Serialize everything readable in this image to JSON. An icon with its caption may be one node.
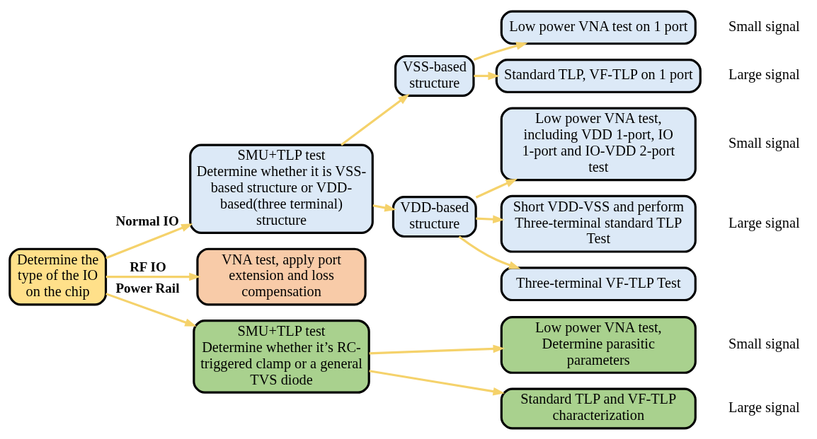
{
  "diagram": {
    "nodes": [
      {
        "text": [
          "Determine the type of the IO on the chip"
        ]
      },
      {
        "text": [
          "SMU+TLP test",
          "Determine whether it is VSS-based structure or VDD-based(three terminal) structure"
        ]
      },
      {
        "text": [
          "VNA test, apply port extension and loss compensation"
        ]
      },
      {
        "text": [
          "SMU+TLP test",
          "Determine whether it’s RC-triggered clamp or a general TVS diode"
        ]
      },
      {
        "text": [
          "VSS-based structure"
        ]
      },
      {
        "text": [
          "VDD-based structure"
        ]
      },
      {
        "text": [
          "Low power VNA test on 1 port"
        ],
        "beside": [
          "Small signal"
        ]
      },
      {
        "text": [
          "Standard TLP, VF-TLP on 1 port"
        ],
        "beside": [
          "Large signal"
        ]
      },
      {
        "text": [
          "Low power VNA test, including VDD 1-port, IO 1-port and IO-VDD 2-port test"
        ],
        "beside": [
          "Small signal"
        ]
      },
      {
        "text": [
          "Short VDD-VSS and perform Three-terminal standard TLP Test"
        ],
        "beside": [
          "Large signal"
        ]
      },
      {
        "text": [
          "Three-terminal VF-TLP Test"
        ]
      },
      {
        "text": [
          "Low power VNA test, Determine parasitic parameters"
        ],
        "beside": [
          "Small signal"
        ]
      },
      {
        "text": [
          "Standard TLP and VF-TLP characterization"
        ],
        "beside": [
          "Large signal"
        ]
      }
    ],
    "edges": [
      {
        "from": 0,
        "to": 1,
        "arrow": "to",
        "label": "Normal IO"
      },
      {
        "from": 0,
        "to": 2,
        "arrow": "to",
        "label": "RF IO"
      },
      {
        "from": 0,
        "to": 3,
        "arrow": "to",
        "label": "Power Rail"
      },
      {
        "from": 1,
        "to": 4,
        "arrow": "to"
      },
      {
        "from": 1,
        "to": 5,
        "arrow": "to"
      },
      {
        "from": 4,
        "to": 6,
        "arrow": "to"
      },
      {
        "from": 4,
        "to": 7,
        "arrow": "to"
      },
      {
        "from": 5,
        "to": 8,
        "arrow": "to"
      },
      {
        "from": 5,
        "to": 9,
        "arrow": "to"
      },
      {
        "from": 5,
        "to": 10,
        "arrow": "to"
      },
      {
        "from": 3,
        "to": 11,
        "arrow": "to"
      },
      {
        "from": 3,
        "to": 12,
        "arrow": "to"
      }
    ]
  }
}
